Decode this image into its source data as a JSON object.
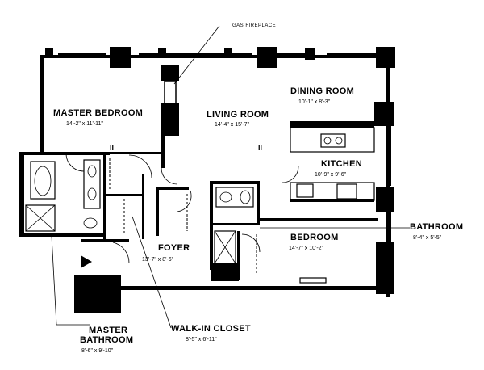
{
  "plan": {
    "rooms": {
      "master_bedroom": {
        "name": "MASTER BEDROOM",
        "dims": "14'-2\" x 11'-11\""
      },
      "living_room": {
        "name": "LIVING ROOM",
        "dims": "14'-4\" x 15'-7\""
      },
      "dining_room": {
        "name": "DINING ROOM",
        "dims": "10'-1\" x 8'-3\""
      },
      "kitchen": {
        "name": "KITCHEN",
        "dims": "10'-9\" x 9'-6\""
      },
      "bedroom": {
        "name": "BEDROOM",
        "dims": "14'-7\" x 10'-2\""
      },
      "foyer": {
        "name": "FOYER",
        "dims": "13'-7\" x 8'-6\""
      }
    },
    "callouts": {
      "gas_fireplace": {
        "name": "GAS FIREPLACE"
      },
      "bathroom": {
        "name": "BATHROOM",
        "dims": "8'-4\" x 5'-5\""
      },
      "master_bathroom": {
        "name_line1": "MASTER",
        "name_line2": "BATHROOM",
        "dims": "8'-6\" x 9'-10\""
      },
      "walk_in_closet": {
        "name": "WALK-IN CLOSET",
        "dims": "8'-5\" x 6'-11\""
      }
    }
  }
}
